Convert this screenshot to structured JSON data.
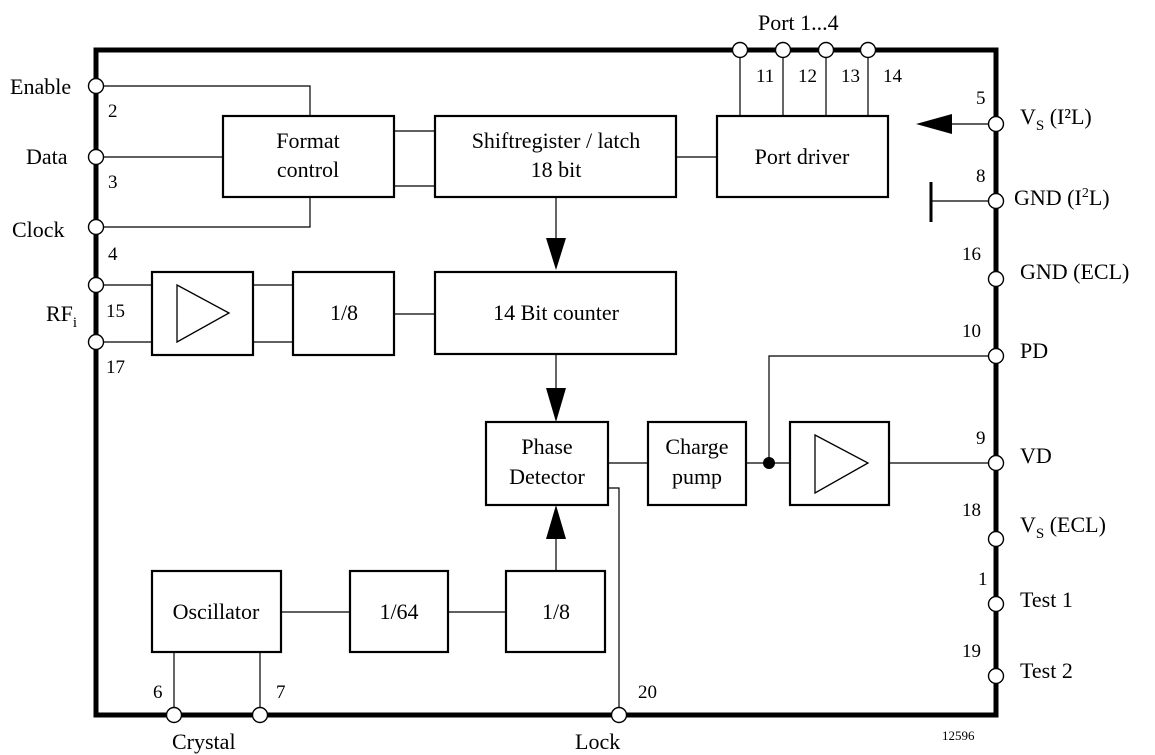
{
  "blocks": {
    "format_control": [
      "Format",
      "control"
    ],
    "shift_register": [
      "Shiftregister / latch",
      "18 bit"
    ],
    "port_driver": "Port driver",
    "divider_rf": "1/8",
    "bit_counter": "14 Bit counter",
    "phase_detector": [
      "Phase",
      "Detector"
    ],
    "charge_pump": [
      "Charge",
      "pump"
    ],
    "oscillator": "Oscillator",
    "divider_64": "1/64",
    "divider_osc": "1/8"
  },
  "left_pins": {
    "enable": {
      "label": "Enable",
      "num": "2"
    },
    "data": {
      "label": "Data",
      "num": "3"
    },
    "clock": {
      "label": "Clock",
      "num": "4"
    },
    "rf": {
      "label": "RF",
      "sub": "i",
      "num_a": "15",
      "num_b": "17"
    }
  },
  "top_pins": {
    "label": "Port 1...4",
    "nums": [
      "11",
      "12",
      "13",
      "14"
    ]
  },
  "right_pins": {
    "vs_i2l": {
      "num": "5",
      "main": "V",
      "sub": "S",
      "rest": " (I²L)"
    },
    "gnd_i2l": {
      "num": "8",
      "main": "GND (I",
      "sup": "2",
      "rest": "L)"
    },
    "gnd_ecl": {
      "num": "16",
      "label": "GND (ECL)"
    },
    "pd": {
      "num": "10",
      "label": "PD"
    },
    "vd": {
      "num": "9",
      "label": "VD"
    },
    "vs_ecl": {
      "num": "18",
      "main": "V",
      "sub": "S",
      "rest": " (ECL)"
    },
    "test1": {
      "num": "1",
      "label": "Test 1"
    },
    "test2": {
      "num": "19",
      "label": "Test 2"
    }
  },
  "bottom_pins": {
    "crystal": {
      "label": "Crystal",
      "num_a": "6",
      "num_b": "7"
    },
    "lock": {
      "label": "Lock",
      "num": "20"
    }
  },
  "figure_id": "12596"
}
